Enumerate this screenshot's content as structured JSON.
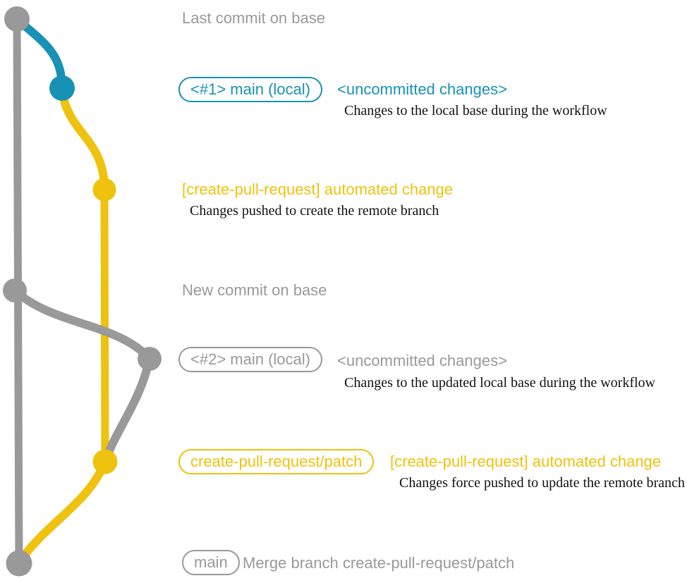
{
  "colors": {
    "gray": "#999999",
    "blue": "#1792b4",
    "yellow": "#eec20e",
    "caption": "#111111",
    "bg": "#ffffff"
  },
  "graph": {
    "commits": [
      {
        "name": "last-commit-on-base",
        "color": "gray"
      },
      {
        "name": "local-main-commit-1",
        "color": "blue"
      },
      {
        "name": "remote-branch-created-commit",
        "color": "yellow"
      },
      {
        "name": "new-commit-on-base",
        "color": "gray"
      },
      {
        "name": "local-main-commit-2",
        "color": "gray"
      },
      {
        "name": "remote-branch-updated-commit",
        "color": "yellow"
      },
      {
        "name": "merge-commit",
        "color": "gray"
      }
    ]
  },
  "labels": {
    "last_commit": "Last commit on base",
    "row1_badge": "<#1> main (local)",
    "row1_title": "<uncommitted changes>",
    "row1_caption": "Changes to the local base during the workflow",
    "row2_title": "[create-pull-request] automated change",
    "row2_caption": "Changes pushed to create the remote branch",
    "new_commit": "New commit on base",
    "row3_badge": "<#2> main (local)",
    "row3_title": "<uncommitted changes>",
    "row3_caption": "Changes to the updated local base during the workflow",
    "row4_badge": "create-pull-request/patch",
    "row4_title": "[create-pull-request] automated change",
    "row4_caption": "Changes force pushed to update the remote branch",
    "row5_badge": "main",
    "row5_title": "Merge branch create-pull-request/patch"
  }
}
